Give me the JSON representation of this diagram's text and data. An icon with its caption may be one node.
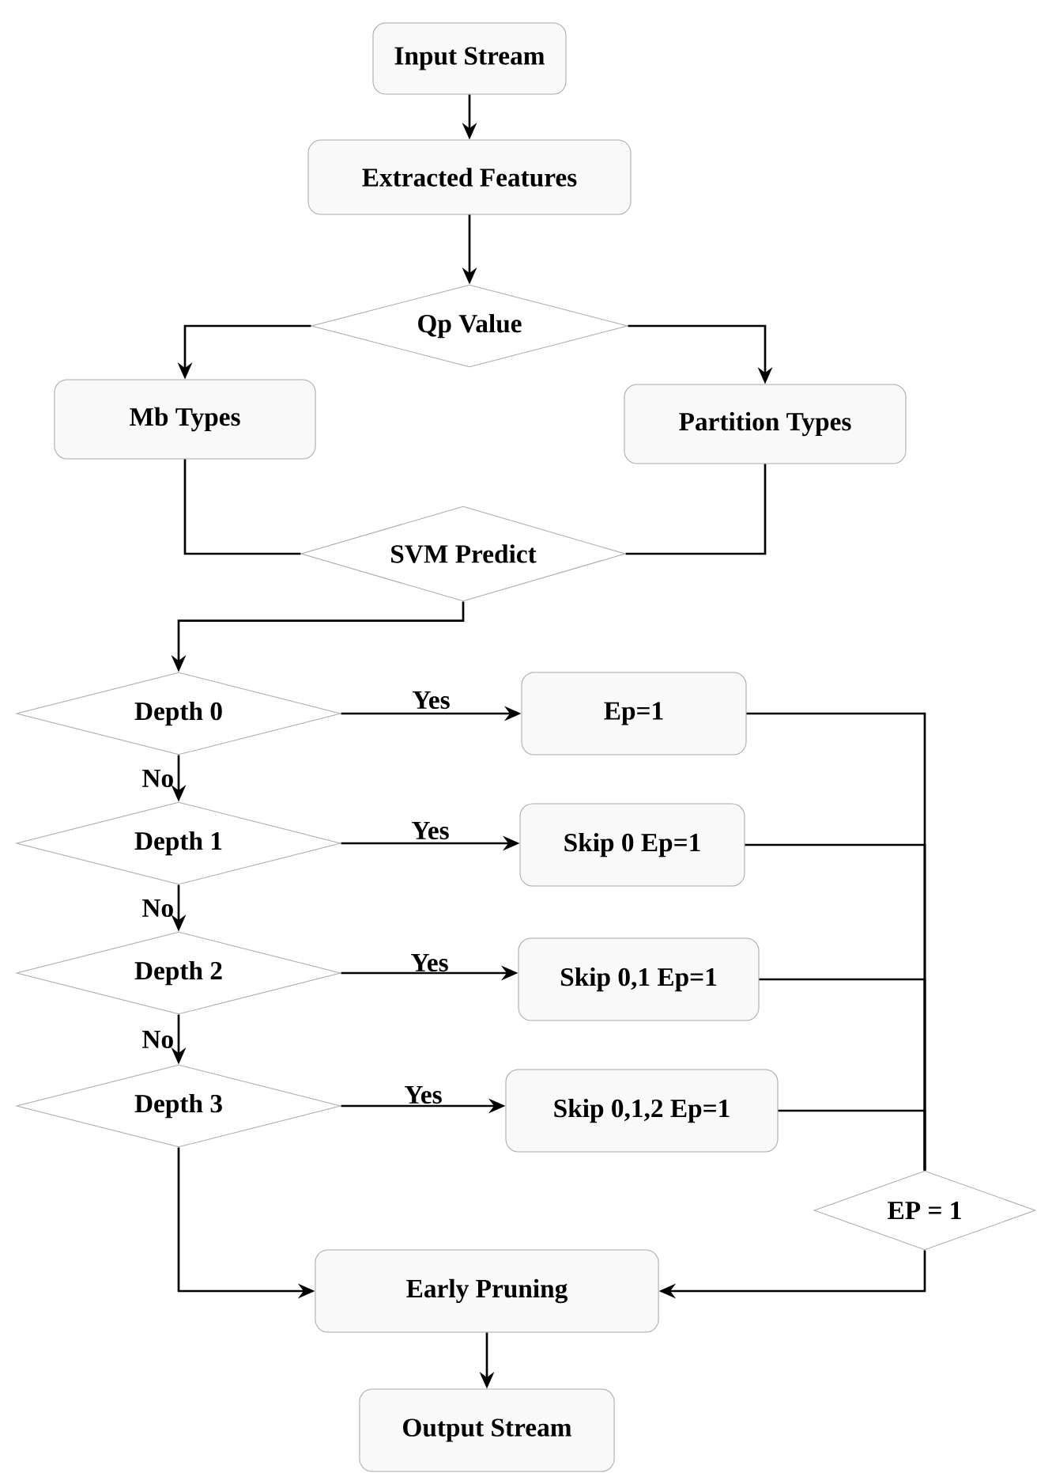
{
  "diagram": {
    "nodes": [
      {
        "text": [
          "Input Stream"
        ]
      },
      {
        "text": [
          "Extracted Features"
        ]
      },
      {
        "text": [
          "Qp Value"
        ]
      },
      {
        "text": [
          "Mb Types"
        ]
      },
      {
        "text": [
          "Partition Types"
        ]
      },
      {
        "text": [
          "SVM Predict"
        ]
      },
      {
        "text": [
          "Depth 0"
        ]
      },
      {
        "text": [
          "Ep=1"
        ]
      },
      {
        "text": [
          "Depth 1"
        ]
      },
      {
        "text": [
          "Skip 0 Ep=1"
        ]
      },
      {
        "text": [
          "Depth 2"
        ]
      },
      {
        "text": [
          "Skip 0,1 Ep=1"
        ]
      },
      {
        "text": [
          "Depth 3"
        ]
      },
      {
        "text": [
          "Skip 0,1,2 Ep=1"
        ]
      },
      {
        "text": [
          "EP = 1"
        ]
      },
      {
        "text": [
          "Early Pruning"
        ]
      },
      {
        "text": [
          "Output Stream"
        ]
      }
    ],
    "edges": [
      {
        "from": 0,
        "to": 1,
        "arrow": "to"
      },
      {
        "from": 1,
        "to": 2,
        "arrow": "to"
      },
      {
        "from": 2,
        "to": 3,
        "arrow": "to"
      },
      {
        "from": 2,
        "to": 4,
        "arrow": "to"
      },
      {
        "from": 3,
        "to": 5,
        "arrow": "none"
      },
      {
        "from": 4,
        "to": 5,
        "arrow": "none"
      },
      {
        "from": 5,
        "to": 6,
        "arrow": "to"
      },
      {
        "from": 6,
        "to": 7,
        "arrow": "to",
        "label": "Yes"
      },
      {
        "from": 6,
        "to": 8,
        "arrow": "to",
        "label": "No"
      },
      {
        "from": 8,
        "to": 9,
        "arrow": "to",
        "label": "Yes"
      },
      {
        "from": 8,
        "to": 10,
        "arrow": "to",
        "label": "No"
      },
      {
        "from": 10,
        "to": 11,
        "arrow": "to",
        "label": "Yes"
      },
      {
        "from": 10,
        "to": 12,
        "arrow": "to",
        "label": "No"
      },
      {
        "from": 12,
        "to": 13,
        "arrow": "to",
        "label": "Yes"
      },
      {
        "from": 7,
        "to": 14,
        "arrow": "none"
      },
      {
        "from": 9,
        "to": 14,
        "arrow": "none"
      },
      {
        "from": 11,
        "to": 14,
        "arrow": "none"
      },
      {
        "from": 13,
        "to": 14,
        "arrow": "none"
      },
      {
        "from": 12,
        "to": 15,
        "arrow": "to"
      },
      {
        "from": 14,
        "to": 15,
        "arrow": "to"
      },
      {
        "from": 15,
        "to": 16,
        "arrow": "to"
      }
    ]
  }
}
